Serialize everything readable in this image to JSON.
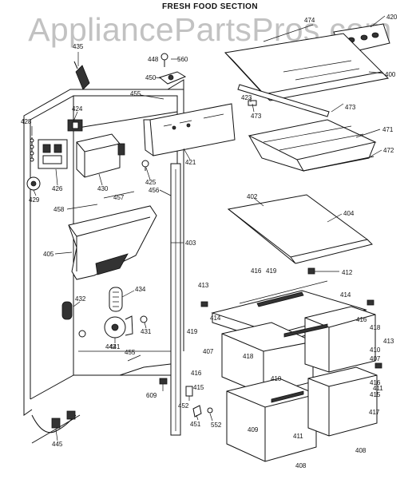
{
  "title": "FRESH FOOD SECTION",
  "watermark": "AppliancePartsPros.com",
  "part_labels": {
    "p400": "400",
    "p402": "402",
    "p403": "403",
    "p404": "404",
    "p405": "405",
    "p407a": "407",
    "p407b": "407",
    "p408a": "408",
    "p408b": "408",
    "p409": "409",
    "p410a": "410",
    "p410b": "410",
    "p411a": "411",
    "p411b": "411",
    "p412": "412",
    "p413a": "413",
    "p413b": "413",
    "p414a": "414",
    "p414b": "414",
    "p415a": "415",
    "p415b": "415",
    "p416a": "416",
    "p416b": "416",
    "p416c": "416",
    "p416d": "416",
    "p417": "417",
    "p418a": "418",
    "p418b": "418",
    "p419a": "419",
    "p419b": "419",
    "p420": "420",
    "p421": "421",
    "p423": "423",
    "p424": "424",
    "p425": "425",
    "p426": "426",
    "p428": "428",
    "p429": "429",
    "p430": "430",
    "p431": "431",
    "p432": "432",
    "p434": "434",
    "p435": "435",
    "p441": "441",
    "p442": "442",
    "p445": "445",
    "p448": "448",
    "p450": "450",
    "p451": "451",
    "p452": "452",
    "p455a": "455",
    "p455b": "455",
    "p456": "456",
    "p457": "457",
    "p458": "458",
    "p471": "471",
    "p472": "472",
    "p473a": "473",
    "p473b": "473",
    "p474": "474",
    "p552": "552",
    "p560": "560",
    "p609": "609"
  }
}
